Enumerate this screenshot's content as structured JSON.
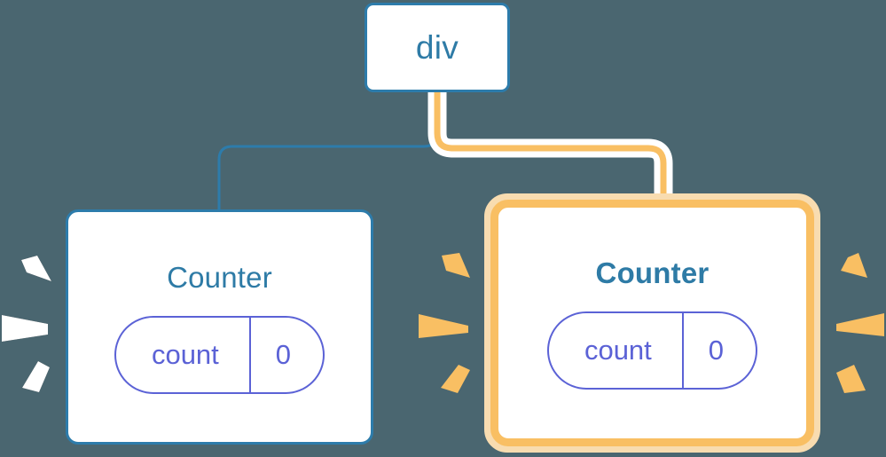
{
  "diagram": {
    "title": "react-component-tree-rerender",
    "background_color": "#4a6670",
    "nodes": [
      {
        "id": "root",
        "label": "div",
        "type": "element",
        "highlighted": false,
        "border_color": "#2d7cab"
      },
      {
        "id": "counter-left",
        "label": "Counter",
        "type": "component",
        "highlighted": false,
        "border_color": "#2d7cab",
        "state": {
          "name": "count",
          "value": "0"
        }
      },
      {
        "id": "counter-right",
        "label": "Counter",
        "type": "component",
        "highlighted": true,
        "border_color": "#f9bf63",
        "state": {
          "name": "count",
          "value": "0"
        }
      }
    ],
    "edges": [
      {
        "from": "root",
        "to": "counter-left",
        "color": "#2d7cab",
        "active": false
      },
      {
        "from": "root",
        "to": "counter-right",
        "color": "#f9bf63",
        "active": true
      }
    ],
    "sparkles": [
      {
        "group": "left-counter-left-side",
        "color": "#ffffff"
      },
      {
        "group": "right-counter-left-side",
        "color": "#f9bf63"
      },
      {
        "group": "right-counter-right-side",
        "color": "#f9bf63"
      }
    ],
    "colors": {
      "background": "#4a6670",
      "node_blue": "#2d7cab",
      "text_blue": "#2e7ba6",
      "state_indigo": "#5b62d6",
      "highlight_orange": "#f9bf63",
      "highlight_halo": "#f8dcb0",
      "sparkle_white": "#ffffff",
      "node_fill": "#ffffff"
    }
  }
}
